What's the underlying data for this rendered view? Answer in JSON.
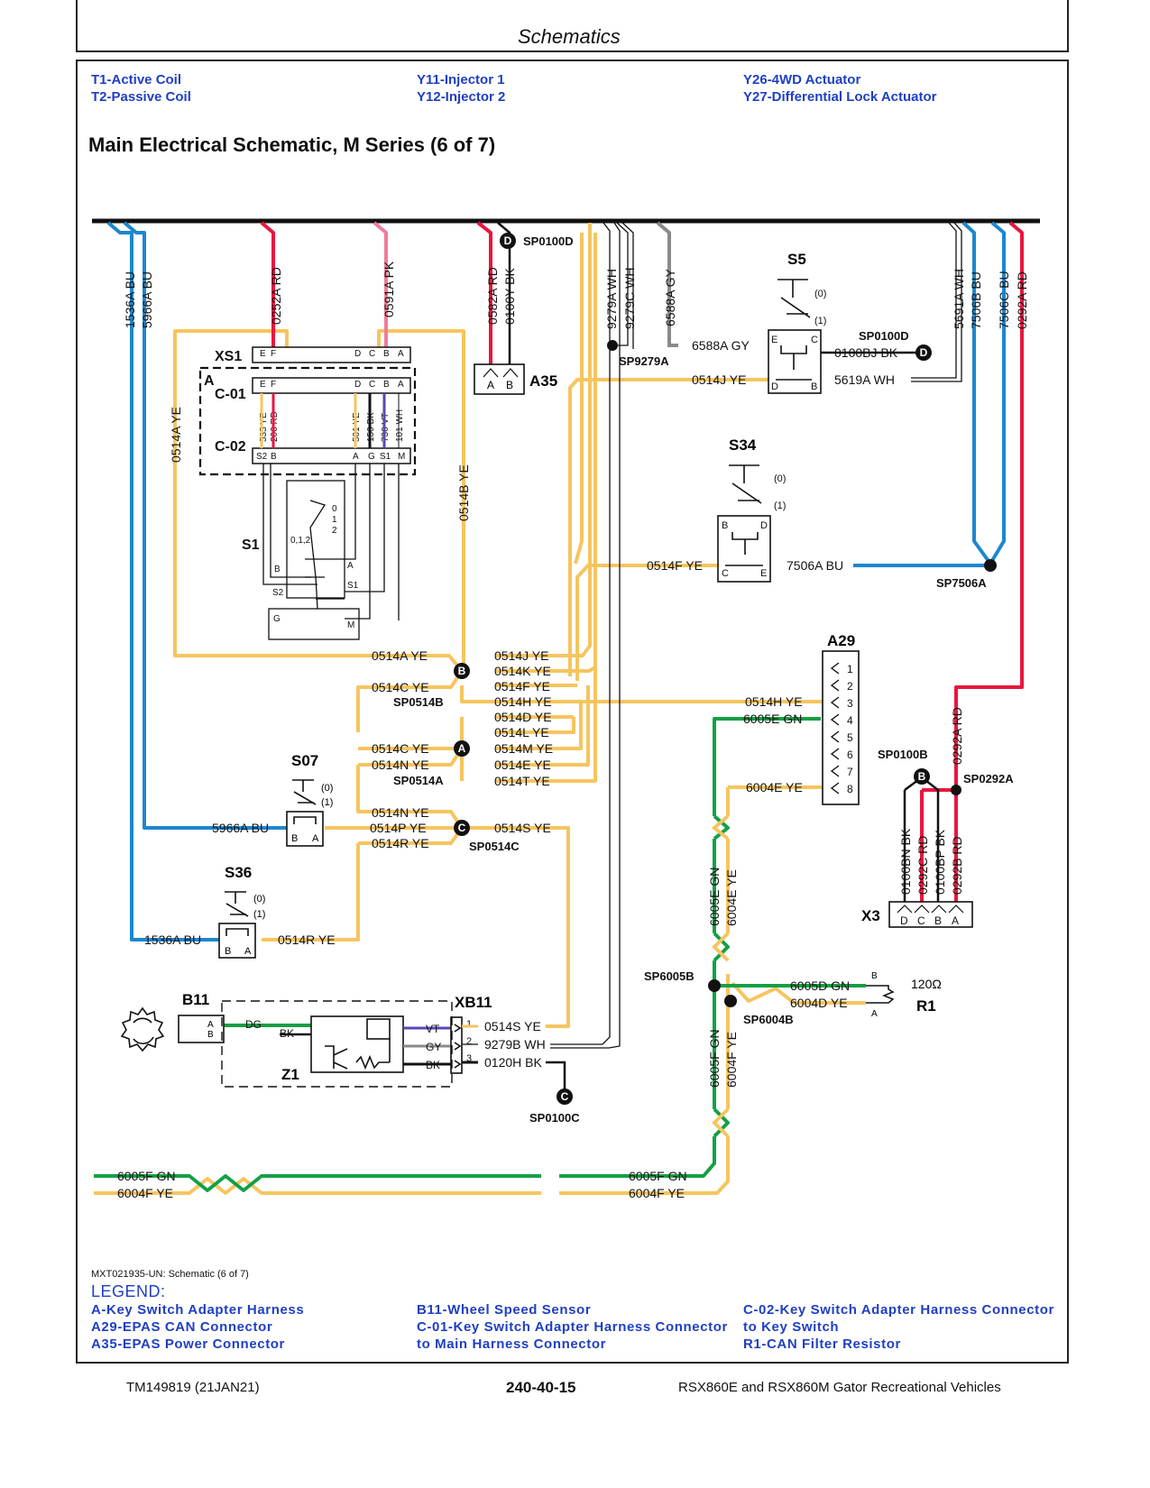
{
  "header": {
    "section_title": "Schematics"
  },
  "top_legend": {
    "col1": [
      "T1-Active Coil",
      "T2-Passive Coil"
    ],
    "col2": [
      "Y11-Injector 1",
      "Y12-Injector 2"
    ],
    "col3": [
      "Y26-4WD Actuator",
      "Y27-Differential Lock Actuator"
    ]
  },
  "page_title": "Main Electrical Schematic, M Series (6 of 7)",
  "colors": {
    "yellow": "#f6c55f",
    "blue": "#1d87cf",
    "red": "#e8173f",
    "pink": "#ef7d98",
    "green": "#14a046",
    "gray": "#8a8a8a",
    "black": "#111111",
    "violet": "#5a46b4",
    "legend_blue": "#1f3fc2"
  },
  "diagram": {
    "top_wires": [
      "1536A BU",
      "5966A BU",
      "0252A RD",
      "0591A PK",
      "0582A RD",
      "0100Y BK",
      "9279A WH",
      "9279C WH",
      "6588A GY",
      "5691A WH",
      "7506B BU",
      "7506C BU",
      "0292A RD"
    ],
    "components": {
      "xs1": "XS1",
      "a": "A",
      "c01": "C-01",
      "c02": "C-02",
      "s1": "S1",
      "a35": "A35",
      "s5": "S5",
      "s34": "S34",
      "a29": "A29",
      "s07": "S07",
      "s36": "S36",
      "b11": "B11",
      "xb11": "XB11",
      "z1": "Z1",
      "x3": "X3",
      "r1": "R1",
      "ohm": "120Ω"
    },
    "xs1_pins": [
      "E",
      "F",
      "D",
      "C",
      "B",
      "A"
    ],
    "c01_pins": [
      "E",
      "F",
      "D",
      "C",
      "B",
      "A"
    ],
    "c01_wires": [
      "535 YE",
      "206 RD",
      "501 YE",
      "150 BK",
      "736 VT",
      "101 WH"
    ],
    "c02_pins": [
      "S2",
      "B",
      "A",
      "G",
      "S1",
      "M"
    ],
    "s1_pos": [
      "0",
      "1",
      "2"
    ],
    "s1_label": "0,1,2",
    "s1_terms": [
      "B",
      "A",
      "S2",
      "S1",
      "G",
      "M"
    ],
    "a35_pins": [
      "A",
      "B"
    ],
    "s5_pins": [
      "E",
      "C",
      "D",
      "B"
    ],
    "s34_pins": [
      "B",
      "D",
      "C",
      "E"
    ],
    "sw_pos": [
      "(0)",
      "(1)"
    ],
    "s07_pins": [
      "B",
      "A"
    ],
    "s36_pins": [
      "B",
      "A"
    ],
    "a29_pins": [
      "1",
      "2",
      "3",
      "4",
      "5",
      "6",
      "7",
      "8"
    ],
    "x3_pins": [
      "D",
      "C",
      "B",
      "A"
    ],
    "b11_pins": [
      "A",
      "B"
    ],
    "xb11_pins": [
      "1",
      "2",
      "3"
    ],
    "r1_pins": [
      "B",
      "A"
    ],
    "splices": {
      "sp0100d_top": "SP0100D",
      "sp0100d_s5": "SP0100D",
      "sp9279a": "SP9279A",
      "sp7506a": "SP7506A",
      "sp0514b": "SP0514B",
      "sp0514a": "SP0514A",
      "sp0514c": "SP0514C",
      "sp0100b": "SP0100B",
      "sp0292a": "SP0292A",
      "sp6005b": "SP6005B",
      "sp6004b": "SP6004B",
      "sp0100c": "SP0100C"
    },
    "splice_letters": {
      "b": "B",
      "a": "A",
      "c": "C",
      "d": "D"
    },
    "wires": {
      "w0514a_v": "0514A YE",
      "w0514b_v": "0514B YE",
      "w6588a": "6588A GY",
      "w0100bj": "0100BJ BK",
      "w0514j_s5": "0514J YE",
      "w5619a": "5619A WH",
      "w0514f_s34": "0514F YE",
      "w7506a": "7506A BU",
      "w0514a_h": "0514A YE",
      "w0514c_1": "0514C YE",
      "w0514j": "0514J YE",
      "w0514k": "0514K YE",
      "w0514f": "0514F YE",
      "w0514h": "0514H YE",
      "w0514d": "0514D YE",
      "w0514l": "0514L YE",
      "w0514c_2": "0514C YE",
      "w0514m": "0514M YE",
      "w0514n_1": "0514N YE",
      "w0514e": "0514E YE",
      "w0514t": "0514T YE",
      "w0514n_2": "0514N YE",
      "w0514p": "0514P YE",
      "w0514r_1": "0514R YE",
      "w0514s": "0514S YE",
      "w5966a": "5966A BU",
      "w1536a": "1536A BU",
      "w0514r_2": "0514R YE",
      "w0514h_a29": "0514H YE",
      "w6005e_a29": "6005E GN",
      "w6004e_a29": "6004E YE",
      "w6005e_v": "6005E GN",
      "w6004e_v": "6004E YE",
      "w6005f_v": "6005F GN",
      "w6004f_v": "6004F YE",
      "w6005d": "6005D GN",
      "w6004d": "6004D YE",
      "w0292a_v": "0292A RD",
      "w0100bn": "0100BN BK",
      "w0292c": "0292C RD",
      "w0100bp": "0100BP BK",
      "w0292b": "0292B RD",
      "w0514s_xb": "0514S YE",
      "w9279b": "9279B WH",
      "w0120h": "0120H BK",
      "dg": "DG",
      "bk": "BK",
      "vt": "VT",
      "gy": "GY",
      "bk2": "BK",
      "w6005f_l": "6005F GN",
      "w6004f_l": "6004F YE",
      "w6005f_r": "6005F GN",
      "w6004f_r": "6004F YE"
    }
  },
  "figure_id": "MXT021935-UN: Schematic (6 of 7)",
  "legend": {
    "heading": "LEGEND:",
    "col1": [
      "A-Key Switch Adapter Harness",
      "A29-EPAS CAN Connector",
      "A35-EPAS Power Connector"
    ],
    "col2": [
      "B11-Wheel Speed Sensor",
      "C-01-Key Switch Adapter Harness Connector",
      "to Main Harness Connector"
    ],
    "col3": [
      "C-02-Key Switch Adapter Harness Connector",
      "to Key Switch",
      "R1-CAN Filter Resistor"
    ]
  },
  "footer": {
    "left": "TM149819 (21JAN21)",
    "center": "240-40-15",
    "right": "RSX860E and RSX860M Gator Recreational Vehicles"
  }
}
